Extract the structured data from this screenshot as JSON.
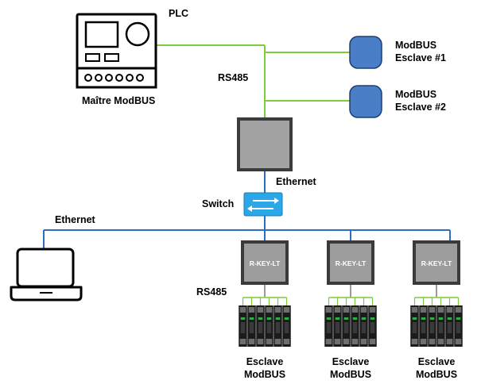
{
  "labels": {
    "plc": "PLC",
    "master": "Maître ModBUS",
    "rs485_top": "RS485",
    "slave1_line1": "ModBUS",
    "slave1_line2": "Esclave #1",
    "slave2_line1": "ModBUS",
    "slave2_line2": "Esclave #2",
    "ethernet_gateway": "Ethernet",
    "switch": "Switch",
    "ethernet_left": "Ethernet",
    "rs485_bottom": "RS485"
  },
  "rkey_units": [
    {
      "label": "R-KEY-LT",
      "slave_line1": "Esclave",
      "slave_line2": "ModBUS"
    },
    {
      "label": "R-KEY-LT",
      "slave_line1": "Esclave",
      "slave_line2": "ModBUS"
    },
    {
      "label": "R-KEY-LT",
      "slave_line1": "Esclave",
      "slave_line2": "ModBUS"
    }
  ],
  "colors": {
    "rs485_line": "#7ccc3c",
    "ethernet_line": "#2d6fbd",
    "slave_blob": "#4a7ec6",
    "gateway": "#9a9a9a",
    "switch": "#2ba6e6"
  }
}
